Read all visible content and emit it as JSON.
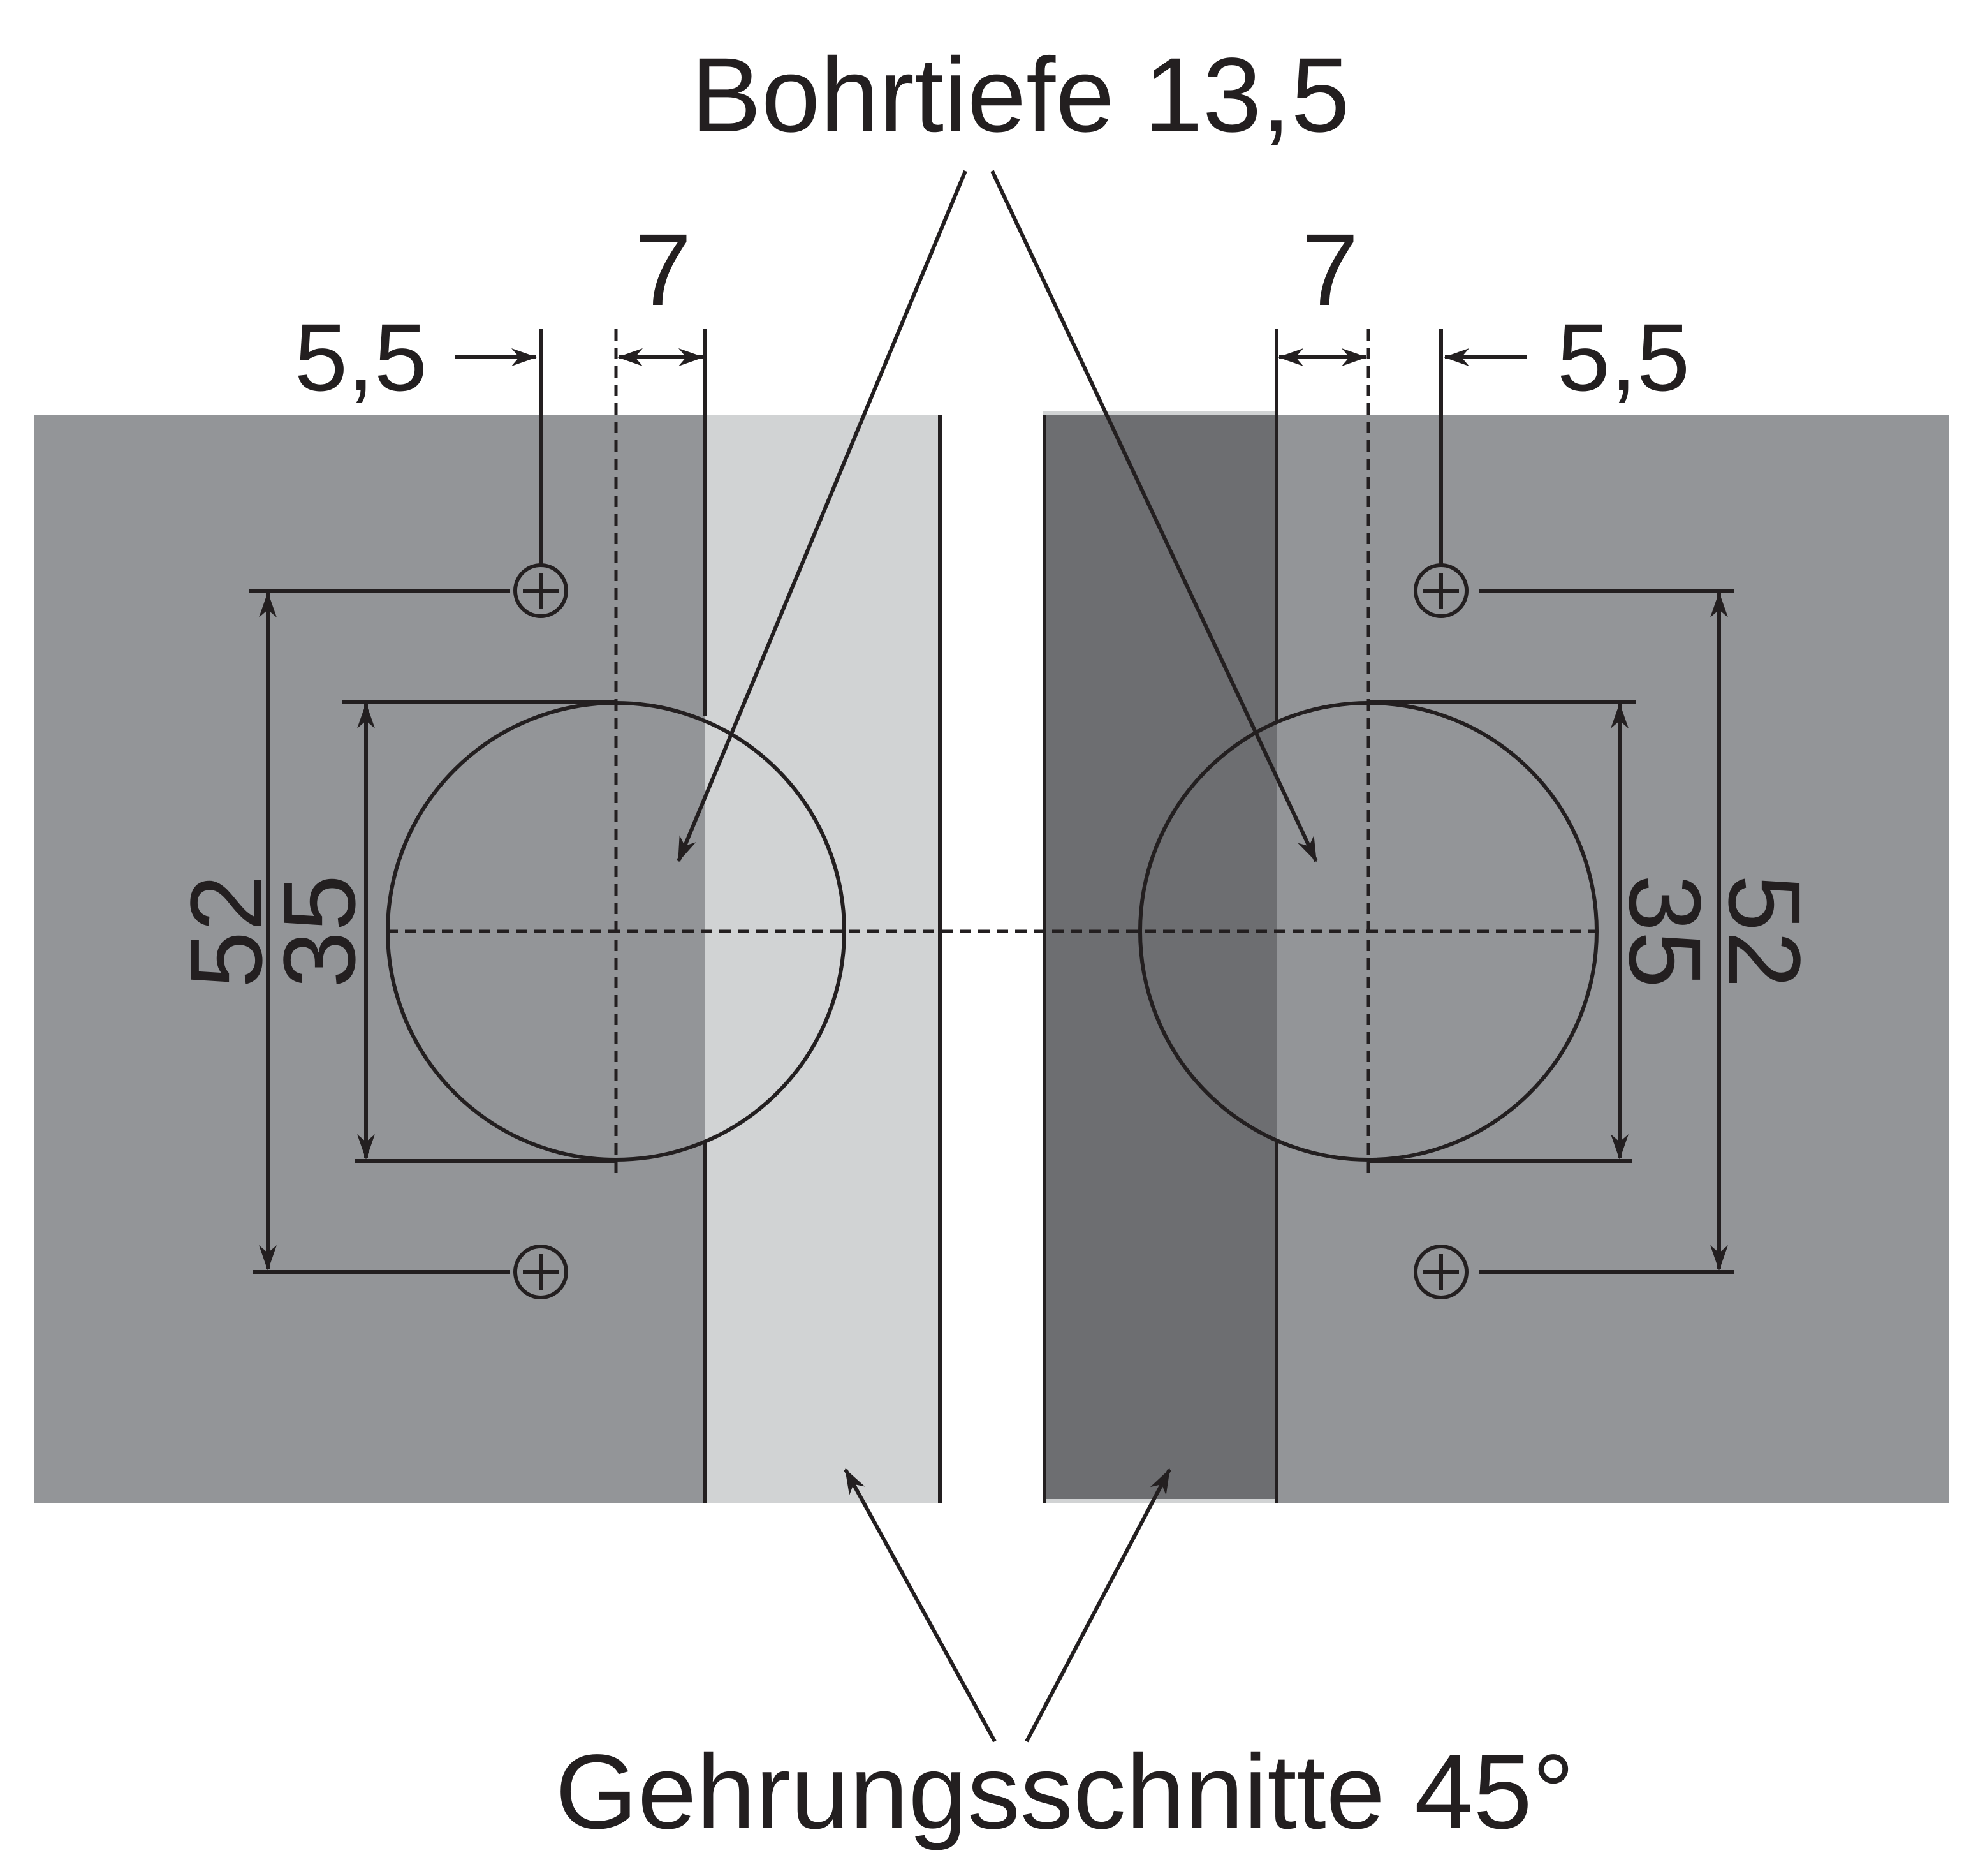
{
  "labels": {
    "drill_depth": "Bohrtiefe 13,5",
    "miter_cuts": "Gehrungsschnitte 45°"
  },
  "dimensions": {
    "left": {
      "edge_offset": "5,5",
      "center_offset": "7",
      "screw_spacing": "52",
      "cup_diameter": "35"
    },
    "right": {
      "edge_offset": "5,5",
      "center_offset": "7",
      "screw_spacing": "52",
      "cup_diameter": "35"
    }
  },
  "colors": {
    "panel": "#939598",
    "miter_light": "#d1d3d4",
    "miter_dark": "#6d6e71",
    "ink": "#231f20"
  }
}
